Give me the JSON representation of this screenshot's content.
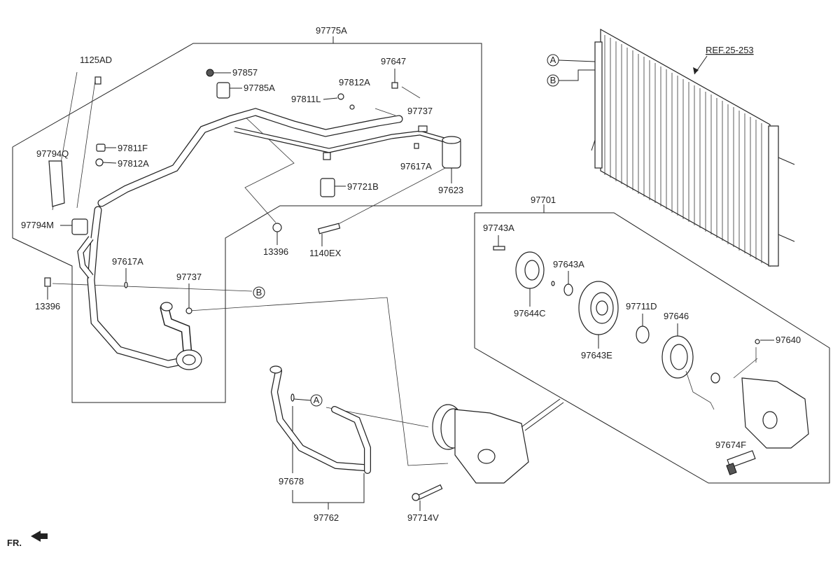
{
  "labels": {
    "assy_97775a": "97775A",
    "p1125ad": "1125AD",
    "p97857": "97857",
    "p97785a": "97785A",
    "p97812a_top": "97812A",
    "p97647": "97647",
    "p97811l": "97811L",
    "p97737_top": "97737",
    "p97794q": "97794Q",
    "p97811f": "97811F",
    "p97812a_left": "97812A",
    "p97617a_top": "97617A",
    "p97721b": "97721B",
    "p97623": "97623",
    "p97794m": "97794M",
    "p13396_mid": "13396",
    "p1140ex": "1140EX",
    "p97617a_left": "97617A",
    "p97737_left": "97737",
    "p13396_left": "13396",
    "assy_97701": "97701",
    "p97743a": "97743A",
    "p97643a": "97643A",
    "p97644c": "97644C",
    "p97711d": "97711D",
    "p97646": "97646",
    "p97643e": "97643E",
    "p97640": "97640",
    "p97674f": "97674F",
    "p97678": "97678",
    "p97762": "97762",
    "p97714v": "97714V",
    "ref": "REF.25-253",
    "fr": "FR.",
    "circle_a": "A",
    "circle_b": "B"
  }
}
